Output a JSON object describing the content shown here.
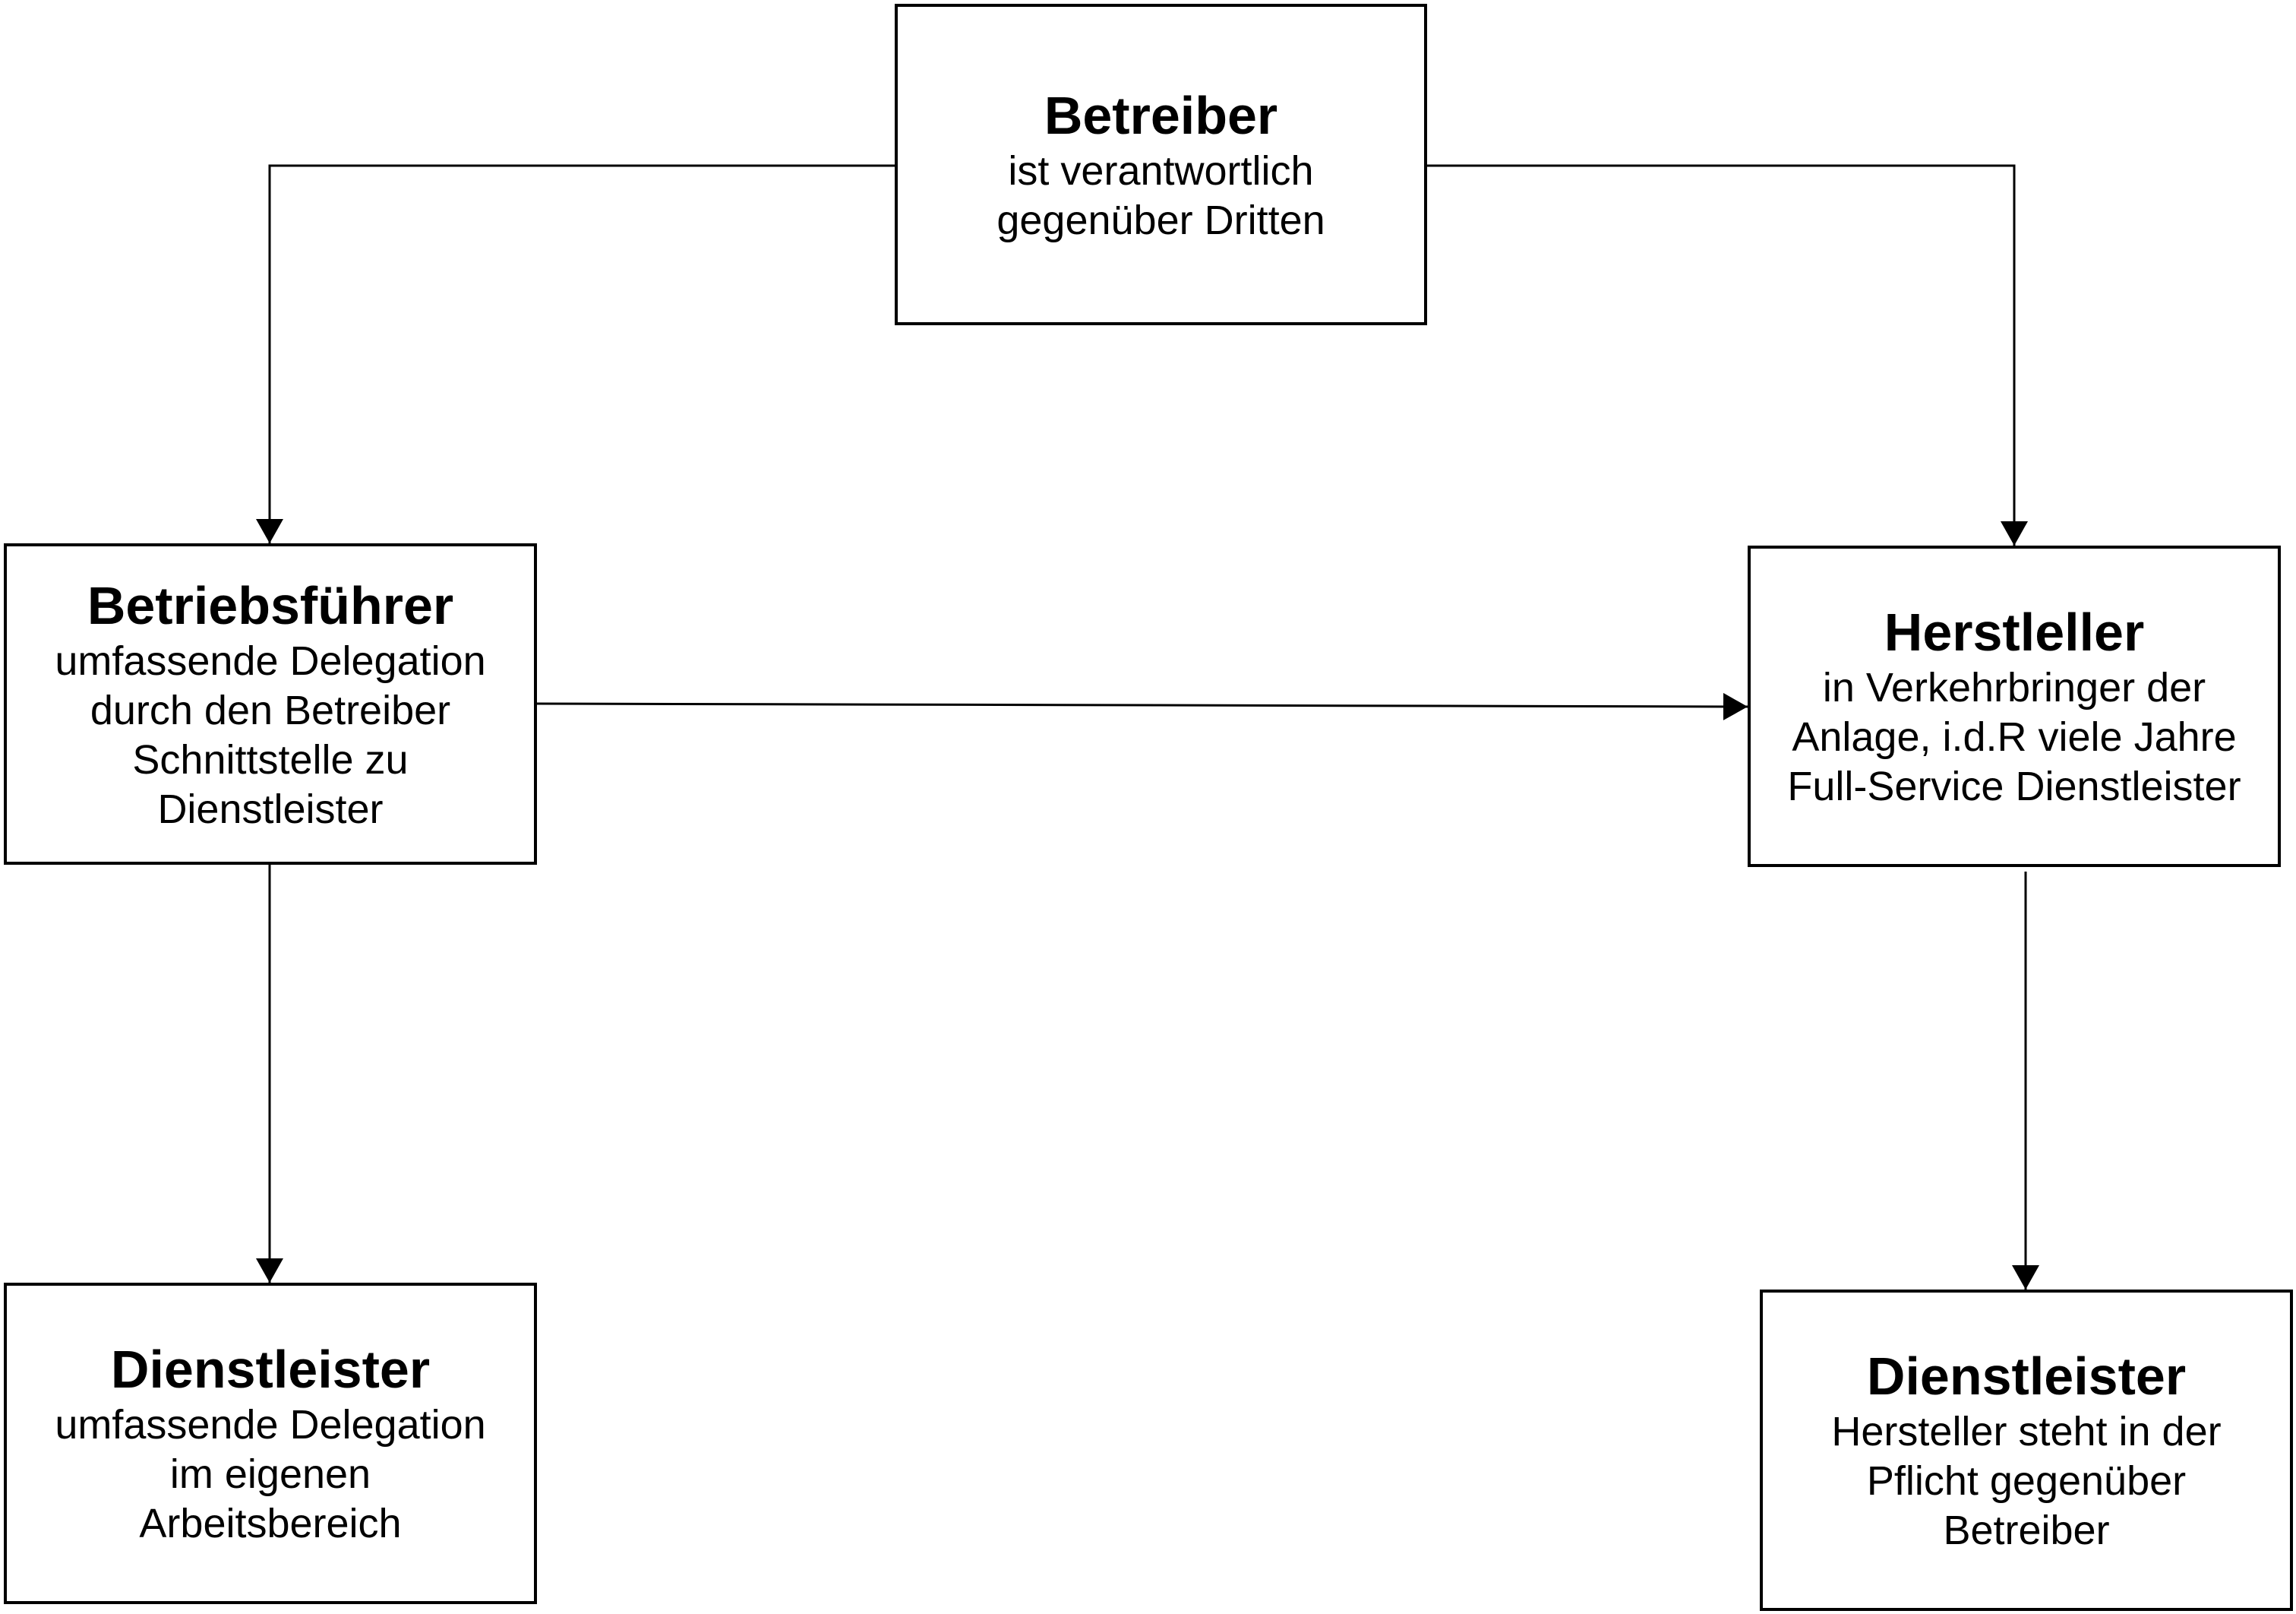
{
  "diagram": {
    "nodes": {
      "betreiber": {
        "title": "Betreiber",
        "lines": [
          "ist verantwortlich",
          "gegenüber Dritten"
        ]
      },
      "betriebsfuehrer": {
        "title": "Betriebsführer",
        "lines": [
          "umfassende Delegation",
          "durch den Betreiber",
          "Schnittstelle zu",
          "Dienstleister"
        ]
      },
      "hersteller": {
        "title": "Herstleller",
        "lines": [
          "in Verkehrbringer der",
          "Anlage, i.d.R viele Jahre",
          "Full-Service Dienstleister"
        ]
      },
      "dienstleister_left": {
        "title": "Dienstleister",
        "lines": [
          "umfassende Delegation",
          "im eigenen",
          "Arbeitsbereich"
        ]
      },
      "dienstleister_right": {
        "title": "Dienstleister",
        "lines": [
          "Hersteller steht in der",
          "Pflicht gegenüber",
          "Betreiber"
        ]
      }
    },
    "edges": [
      {
        "from": "betreiber",
        "to": "betriebsfuehrer"
      },
      {
        "from": "betreiber",
        "to": "hersteller"
      },
      {
        "from": "betriebsfuehrer",
        "to": "hersteller"
      },
      {
        "from": "betriebsfuehrer",
        "to": "dienstleister_left"
      },
      {
        "from": "hersteller",
        "to": "dienstleister_right"
      }
    ]
  }
}
